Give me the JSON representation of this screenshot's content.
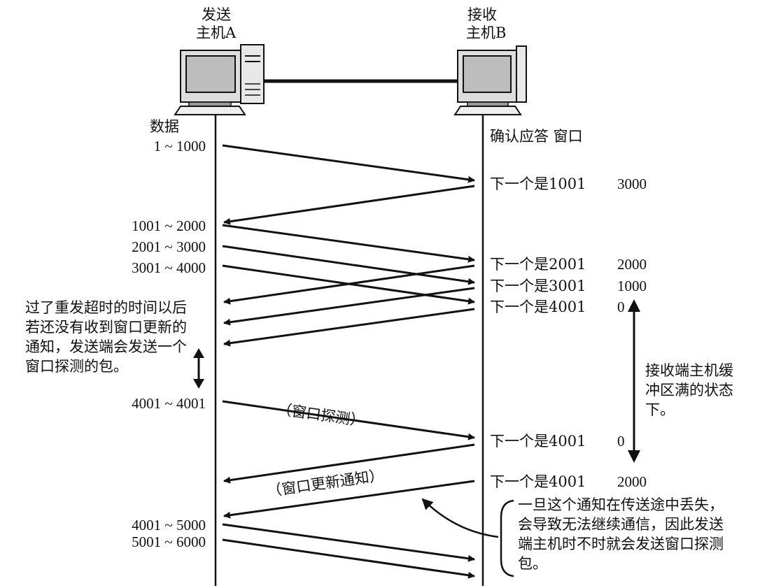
{
  "hosts": {
    "sender": {
      "line1": "发送",
      "line2": "主机A"
    },
    "receiver": {
      "line1": "接收",
      "line2": "主机B"
    }
  },
  "headers": {
    "data": "数据",
    "ack_window": "确认应答 窗口"
  },
  "send_labels": [
    "1 ~ 1000",
    "1001 ~ 2000",
    "2001 ~ 3000",
    "3001 ~ 4000",
    "4001 ~ 4001",
    "4001 ~ 5000",
    "5001 ~ 6000"
  ],
  "ack_labels": [
    {
      "text": "下一个是1001",
      "window": "3000"
    },
    {
      "text": "下一个是2001",
      "window": "2000"
    },
    {
      "text": "下一个是3001",
      "window": "1000"
    },
    {
      "text": "下一个是4001",
      "window": "0"
    },
    {
      "text": "下一个是4001",
      "window": "0"
    },
    {
      "text": "下一个是4001",
      "window": "2000"
    }
  ],
  "arrow_labels": {
    "probe": "（窗口探测）",
    "update": "（窗口更新通知）"
  },
  "notes": {
    "timeout": "过了重发超时的时间以后若还没有收到窗口更新的通知，发送端会发送一个窗口探测的包。",
    "buffer_full": "接收端主机缓冲区满的状态下。",
    "lost_update": "一旦这个通知在传送途中丢失，会导致无法继续通信，因此发送端主机时不时就会发送窗口探测包。"
  },
  "icons": {
    "computer": "desktop-computer-icon"
  }
}
